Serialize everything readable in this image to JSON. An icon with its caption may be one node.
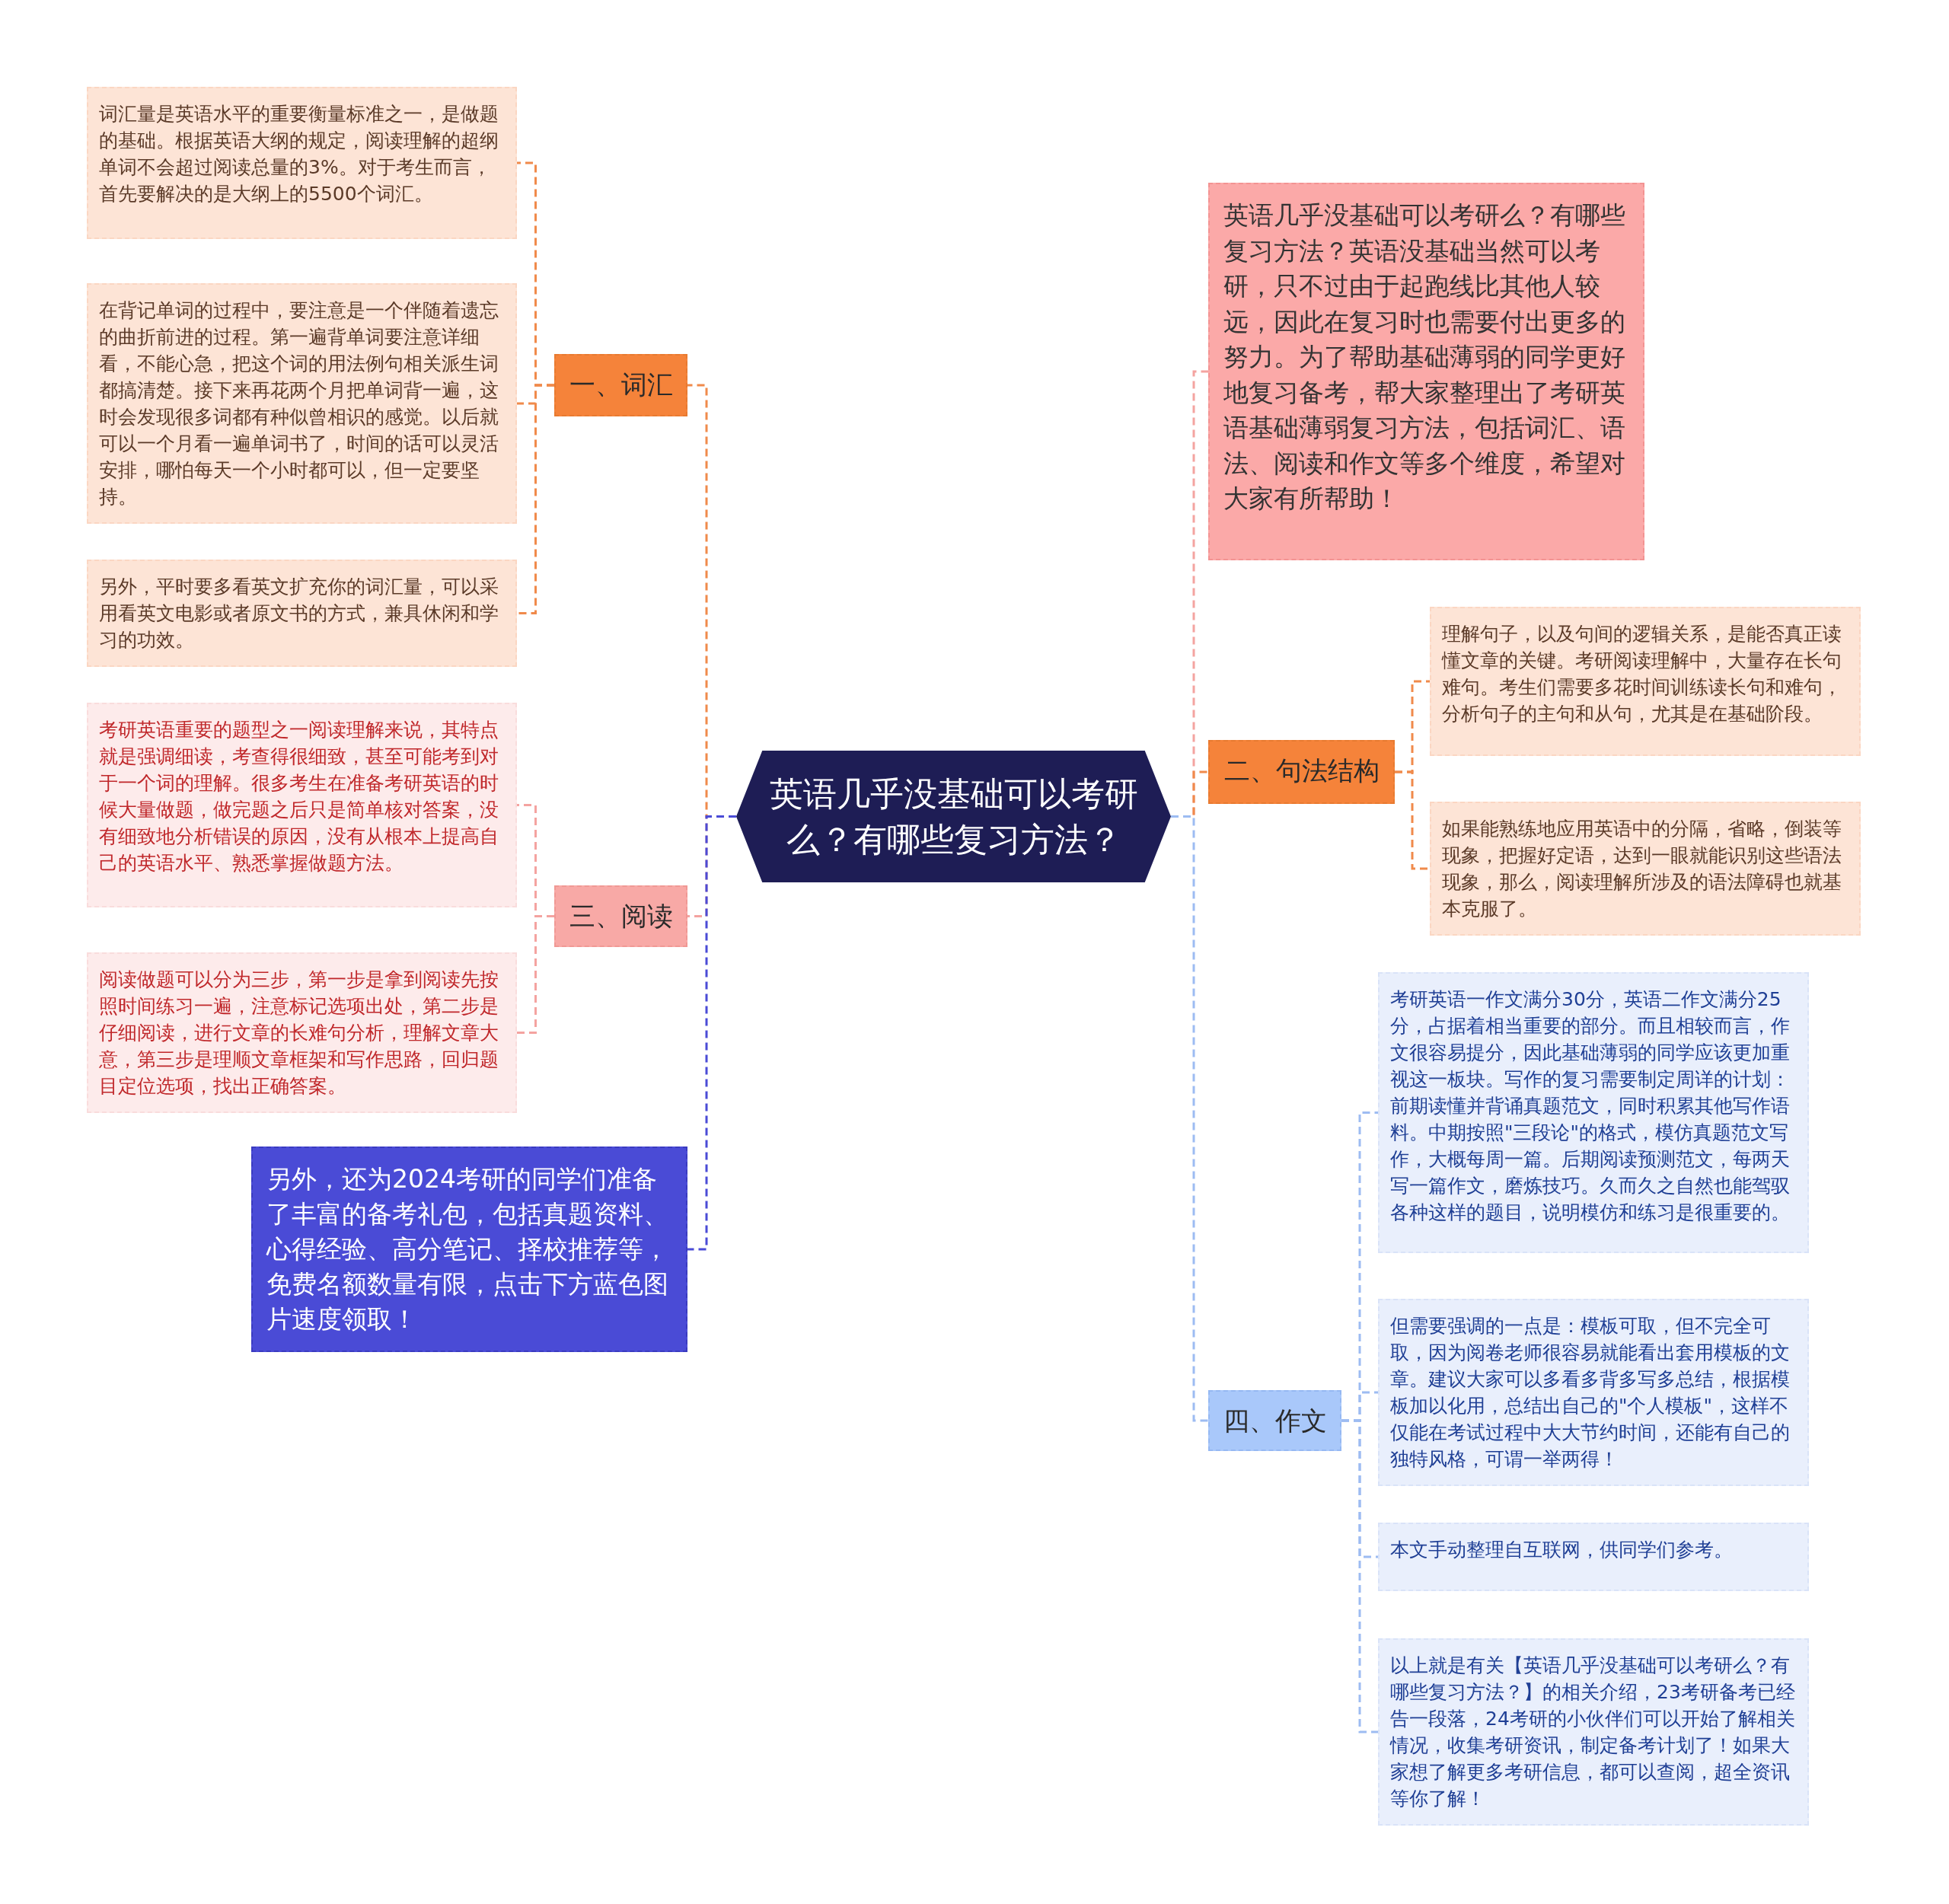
{
  "diagram": {
    "nodes": [
      {
        "text": [
          "英语几乎没基础可以考研么？有哪些复习方法？"
        ]
      },
      {
        "text": [
          "一、词汇"
        ]
      },
      {
        "text": [
          "词汇量是英语水平的重要衡量标准之一，是做题的基础。根据英语大纲的规定，阅读理解的超纲单词不会超过阅读总量的3%。对于考生而言，首先要解决的是大纲上的5500个词汇。"
        ]
      },
      {
        "text": [
          "在背记单词的过程中，要注意是一个伴随着遗忘的曲折前进的过程。第一遍背单词要注意详细看，不能心急，把这个词的用法例句相关派生词都搞清楚。接下来再花两个月把单词背一遍，这时会发现很多词都有种似曾相识的感觉。以后就可以一个月看一遍单词书了，时间的话可以灵活安排，哪怕每天一个小时都可以，但一定要坚持。"
        ]
      },
      {
        "text": [
          "另外，平时要多看英文扩充你的词汇量，可以采用看英文电影或者原文书的方式，兼具休闲和学习的功效。"
        ]
      },
      {
        "text": [
          "三、阅读"
        ]
      },
      {
        "text": [
          "考研英语重要的题型之一阅读理解来说，其特点就是强调细读，考查得很细致，甚至可能考到对于一个词的理解。很多考生在准备考研英语的时候大量做题，做完题之后只是简单核对答案，没有细致地分析错误的原因，没有从根本上提高自己的英语水平、熟悉掌握做题方法。"
        ]
      },
      {
        "text": [
          "阅读做题可以分为三步，第一步是拿到阅读先按照时间练习一遍，注意标记选项出处，第二步是仔细阅读，进行文章的长难句分析，理解文章大意，第三步是理顺文章框架和写作思路，回归题目定位选项，找出正确答案。"
        ]
      },
      {
        "text": [
          "另外，还为2024考研的同学们准备了丰富的备考礼包，包括真题资料、心得经验、高分笔记、择校推荐等，免费名额数量有限，点击下方蓝色图片速度领取！"
        ]
      },
      {
        "text": [
          "英语几乎没基础可以考研么？有哪些复习方法？英语没基础当然可以考研，只不过由于起跑线比其他人较远，因此在复习时也需要付出更多的努力。为了帮助基础薄弱的同学更好地复习备考，帮大家整理出了考研英语基础薄弱复习方法，包括词汇、语法、阅读和作文等多个维度，希望对大家有所帮助！"
        ]
      },
      {
        "text": [
          "二、句法结构"
        ]
      },
      {
        "text": [
          "理解句子，以及句间的逻辑关系，是能否真正读懂文章的关键。考研阅读理解中，大量存在长句难句。考生们需要多花时间训练读长句和难句，分析句子的主句和从句，尤其是在基础阶段。"
        ]
      },
      {
        "text": [
          "如果能熟练地应用英语中的分隔，省略，倒装等现象，把握好定语，达到一眼就能识别这些语法现象，那么，阅读理解所涉及的语法障碍也就基本克服了。"
        ]
      },
      {
        "text": [
          "四、作文"
        ]
      },
      {
        "text": [
          "考研英语一作文满分30分，英语二作文满分25分，占据着相当重要的部分。而且相较而言，作文很容易提分，因此基础薄弱的同学应该更加重视这一板块。写作的复习需要制定周详的计划：前期读懂并背诵真题范文，同时积累其他写作语料。中期按照\"三段论\"的格式，模仿真题范文写作，大概每周一篇。后期阅读预测范文，每两天写一篇作文，磨炼技巧。久而久之自然也能驾驭各种这样的题目，说明模仿和练习是很重要的。"
        ]
      },
      {
        "text": [
          "但需要强调的一点是：模板可取，但不完全可取，因为阅卷老师很容易就能看出套用模板的文章。建议大家可以多看多背多写多总结，根据模板加以化用，总结出自己的\"个人模板\"，这样不仅能在考试过程中大大节约时间，还能有自己的独特风格，可谓一举两得！"
        ]
      },
      {
        "text": [
          "本文手动整理自互联网，供同学们参考。"
        ]
      },
      {
        "text": [
          "以上就是有关【英语几乎没基础可以考研么？有哪些复习方法？】的相关介绍，23考研备考已经告一段落，24考研的小伙伴们可以开始了解相关情况，收集考研资讯，制定备考计划了！如果大家想了解更多考研信息，都可以查阅，超全资讯等你了解！"
        ]
      }
    ],
    "edges": [
      {
        "from": 0,
        "to": 1,
        "arrow": "none",
        "style": "dashed",
        "color": "#f08a4b"
      },
      {
        "from": 0,
        "to": 5,
        "arrow": "none",
        "style": "dashed",
        "color": "#f4a3a0"
      },
      {
        "from": 0,
        "to": 8,
        "arrow": "none",
        "style": "dashed",
        "color": "#4a4bd6"
      },
      {
        "from": 0,
        "to": 9,
        "arrow": "none",
        "style": "dashed",
        "color": "#f4a3a0"
      },
      {
        "from": 0,
        "to": 10,
        "arrow": "none",
        "style": "dashed",
        "color": "#f08a4b"
      },
      {
        "from": 0,
        "to": 13,
        "arrow": "none",
        "style": "dashed",
        "color": "#9dbcf2"
      },
      {
        "from": 1,
        "to": 2,
        "arrow": "none",
        "style": "dashed",
        "color": "#f08a4b"
      },
      {
        "from": 1,
        "to": 3,
        "arrow": "none",
        "style": "dashed",
        "color": "#f08a4b"
      },
      {
        "from": 1,
        "to": 4,
        "arrow": "none",
        "style": "dashed",
        "color": "#f08a4b"
      },
      {
        "from": 5,
        "to": 6,
        "arrow": "none",
        "style": "dashed",
        "color": "#f4a3a0"
      },
      {
        "from": 5,
        "to": 7,
        "arrow": "none",
        "style": "dashed",
        "color": "#f4a3a0"
      },
      {
        "from": 10,
        "to": 11,
        "arrow": "none",
        "style": "dashed",
        "color": "#f08a4b"
      },
      {
        "from": 10,
        "to": 12,
        "arrow": "none",
        "style": "dashed",
        "color": "#f08a4b"
      },
      {
        "from": 13,
        "to": 14,
        "arrow": "none",
        "style": "dashed",
        "color": "#9dbcf2"
      },
      {
        "from": 13,
        "to": 15,
        "arrow": "none",
        "style": "dashed",
        "color": "#9dbcf2"
      },
      {
        "from": 13,
        "to": 16,
        "arrow": "none",
        "style": "dashed",
        "color": "#9dbcf2"
      },
      {
        "from": 13,
        "to": 17,
        "arrow": "none",
        "style": "dashed",
        "color": "#9dbcf2"
      }
    ]
  }
}
